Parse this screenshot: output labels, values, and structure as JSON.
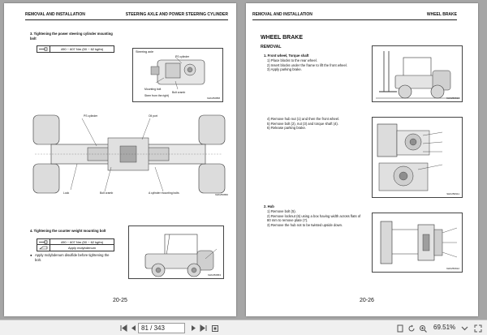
{
  "left_page": {
    "header_left": "REMOVAL AND INSTALLATION",
    "header_right": "STEERING AXLE AND POWER STEERING CYLINDER",
    "step3_title": "3.  Tightening the power steering cylinder mounting bolt",
    "step3_torque_value": "490 ~ 607 Nm (50 ~ 62 kgfm)",
    "fig1_title": "Steering axle",
    "fig1_labels": [
      "PS cylinder",
      "Mounting bolt",
      "Bolt cramb",
      "Steer from the right)"
    ],
    "fig1_code": "9HK250858",
    "fig2_labels": [
      "PS cylinder",
      "Oil port",
      "Lock",
      "Bolt cramb",
      "A cylinder mounting bolts"
    ],
    "fig2_code": "9HK250860",
    "step4_title": "4.  Tightening the counter weight mounting bolt",
    "step4_torque_value": "490 ~ 607 Nm (50 ~ 62 kgfm)",
    "step4_adhesive_value": "Apply molybdenum",
    "bullet": "Apply molybdenum disulfide before tightening the bolt.",
    "fig3_code": "9HK250863",
    "page_number": "20-25"
  },
  "right_page": {
    "header_left": "REMOVAL AND INSTALLATION",
    "header_right": "WHEEL BRAKE",
    "title": "WHEEL BRAKE",
    "subtitle": "REMOVAL",
    "step1_title": "1.  Front wheel, Torque shaft",
    "step1_items": [
      "1)  Place blocks to the rear wheel.",
      "2)  Insert blocks under the frame to lift the front wheel.",
      "3)  Apply parking brake."
    ],
    "fig1_code": "9HK250910",
    "step1_more_items": [
      "4)  Remove hub nut (1) and then the front wheel.",
      "5)  Remove bolt (2), nut (3) and torque shaft (4).",
      "6)  Release parking brake."
    ],
    "fig2_code": "9HK250911",
    "step2_title": "2.  Hub",
    "step2_items": [
      "1)  Remove bolt (5).",
      "2)  Remove locknut (6) using a box having width across flats of 80 mm to remove plate (7).",
      "3)  Remove the hub not to be twisted upside down."
    ],
    "fig3_code": "9HK250912",
    "page_number": "20-26"
  },
  "toolbar": {
    "page_input": "81 / 343",
    "zoom": "69.51%"
  }
}
